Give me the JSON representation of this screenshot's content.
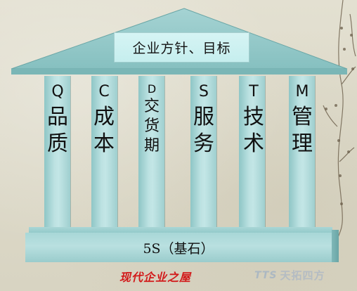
{
  "roof": {
    "title": "企业方针、目标"
  },
  "pillars": [
    {
      "letter": "Q",
      "name": "品\n质"
    },
    {
      "letter": "C",
      "name": "成\n本"
    },
    {
      "letter": "D",
      "name": "交\n货\n期"
    },
    {
      "letter": "S",
      "name": "服\n务"
    },
    {
      "letter": "T",
      "name": "技\n术"
    },
    {
      "letter": "M",
      "name": "管\n理"
    }
  ],
  "base": {
    "label": "5S（基石）"
  },
  "caption": "现代企业之屋",
  "watermark": {
    "logo": "TTS",
    "text": "天拓四方"
  },
  "colors": {
    "roof": "#8fc6c6",
    "pillar": "#b3dede",
    "base": "#a8d7d7",
    "caption": "#d21a1a"
  }
}
